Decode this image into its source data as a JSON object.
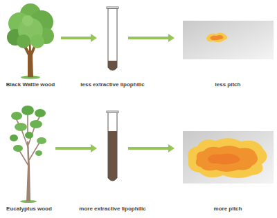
{
  "diagram": {
    "nodes": [
      {
        "text": [
          "Black Wattle wood"
        ]
      },
      {
        "text": [
          "less extractive lipophilic"
        ]
      },
      {
        "text": [
          "less pitch"
        ]
      },
      {
        "text": [
          "Eucalyptus wood"
        ]
      },
      {
        "text": [
          "more extractive lipophilic"
        ]
      },
      {
        "text": [
          "more pitch"
        ]
      }
    ],
    "edges": [
      {
        "from": 0,
        "to": 1,
        "arrow": "to"
      },
      {
        "from": 1,
        "to": 2,
        "arrow": "to"
      },
      {
        "from": 3,
        "to": 4,
        "arrow": "to"
      },
      {
        "from": 4,
        "to": 5,
        "arrow": "to"
      }
    ]
  }
}
